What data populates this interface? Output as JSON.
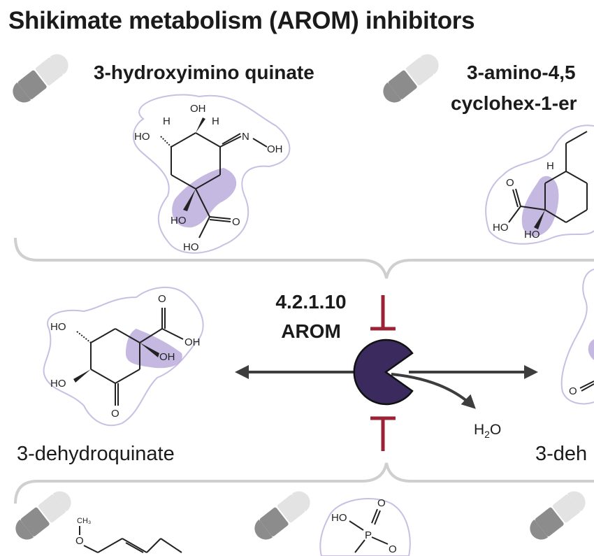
{
  "title": "Shikimate metabolism (AROM) inhibitors",
  "inhibitors_top": [
    {
      "name_line1": "3-hydroxyimino quinate",
      "name_line2": ""
    },
    {
      "name_line1": "3-amino-4,5",
      "name_line2": "cyclohex-1-er"
    }
  ],
  "enzyme": {
    "ec": "4.2.1.10",
    "name": "AROM"
  },
  "substrate": {
    "name": "3-dehydroquinate"
  },
  "product": {
    "name": "3-deh"
  },
  "water": {
    "label": "H",
    "sub": "2",
    "tail": "O"
  },
  "atoms": {
    "oh": "OH",
    "ho": "HO",
    "h": "H",
    "o": "O",
    "n": "N",
    "p": "P",
    "ch3": "CH₃"
  },
  "colors": {
    "inhibit": "#9b2335",
    "enzyme": "#3b2a5e",
    "highlight": "#b7a6d9",
    "outline": "#c9bfe3",
    "bracket": "#cfcfcf",
    "arrow": "#3d3d3d"
  },
  "icons": [
    "pill-icon",
    "pill-icon",
    "pill-icon",
    "pill-icon",
    "pill-icon"
  ]
}
